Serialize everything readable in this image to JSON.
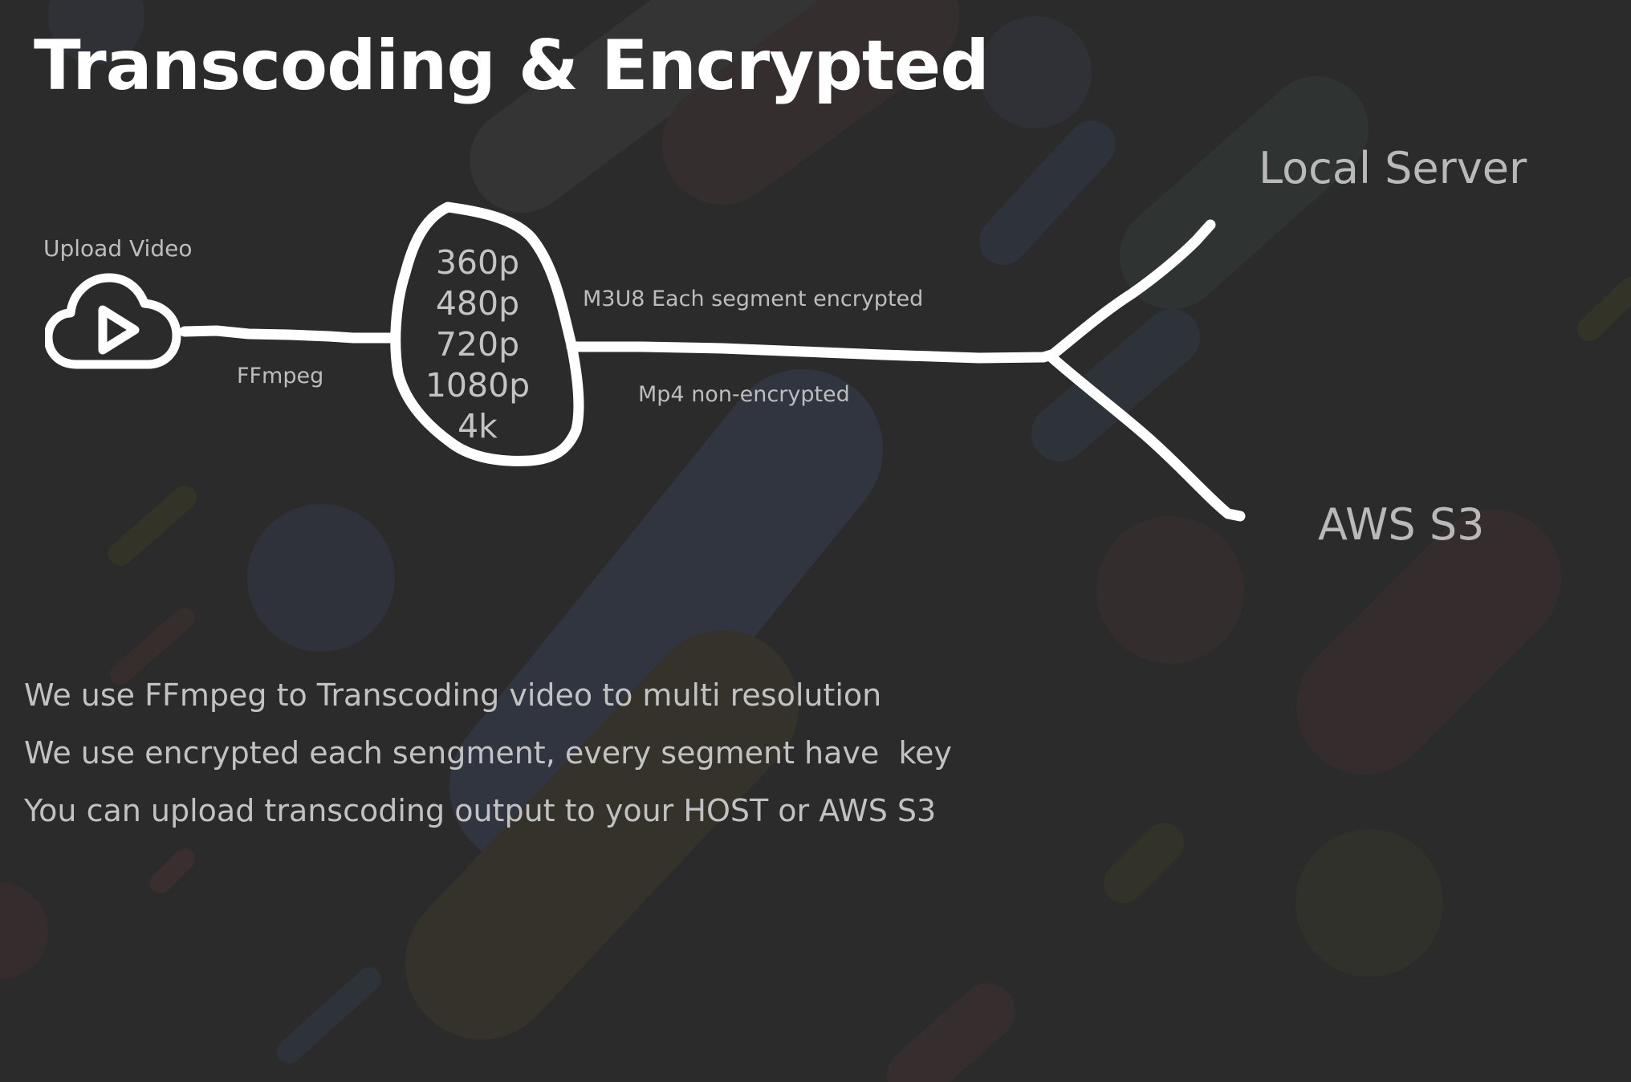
{
  "title": "Transcoding & Encrypted",
  "source": {
    "label": "Upload Video",
    "icon": "cloud-play-icon"
  },
  "edge_upload_to_transcode": {
    "label": "FFmpeg"
  },
  "transcode_node": {
    "resolutions": [
      "360p",
      "480p",
      "720p",
      "1080p",
      "4k"
    ]
  },
  "edge_transcode_to_split": {
    "label_above": "M3U8 Each segment encrypted",
    "label_below": "Mp4 non-encrypted"
  },
  "destinations": {
    "local": "Local Server",
    "s3": "AWS S3"
  },
  "notes": [
    "We use FFmpeg to Transcoding video to multi resolution",
    "We use encrypted each sengment, every segment have  key",
    "You can upload transcoding output to your HOST or AWS S3"
  ],
  "colors": {
    "background": "#2b2b2b",
    "stroke": "#ffffff",
    "text": "#c2c2c2"
  }
}
